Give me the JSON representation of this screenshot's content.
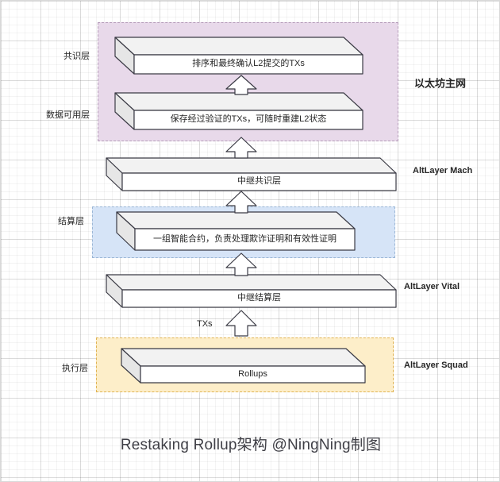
{
  "diagram": {
    "caption": "Restaking Rollup架构 @NingNing制图",
    "zones": [
      {
        "id": "ethereum-mainnet",
        "fill": "#e8d9ea",
        "stroke": "#b49bb8"
      },
      {
        "id": "settlement-layer",
        "fill": "#d6e4f7",
        "stroke": "#9bb6d6"
      },
      {
        "id": "execution-layer",
        "fill": "#fdeec9",
        "stroke": "#e0b352"
      }
    ],
    "left_labels": [
      {
        "id": "consensus-layer",
        "text": "共识层"
      },
      {
        "id": "data-availability-layer",
        "text": "数据可用层"
      },
      {
        "id": "settlement-layer",
        "text": "结算层"
      },
      {
        "id": "execution-layer",
        "text": "执行层"
      }
    ],
    "right_labels": [
      {
        "id": "ethereum-mainnet",
        "text": "以太坊主网"
      },
      {
        "id": "altlayer-mach",
        "text": "AltLayer Mach"
      },
      {
        "id": "altlayer-vital",
        "text": "AltLayer Vital"
      },
      {
        "id": "altlayer-squad",
        "text": "AltLayer Squad"
      }
    ],
    "blocks": [
      {
        "id": "consensus-block",
        "text": "排序和最终确认L2提交的TXs"
      },
      {
        "id": "data-availability-block",
        "text": "保存经过验证的TXs，可随时重建L2状态"
      },
      {
        "id": "relay-consensus-block",
        "text": "中继共识层"
      },
      {
        "id": "smart-contract-block",
        "text": "一组智能合约，负责处理欺诈证明和有效性证明"
      },
      {
        "id": "relay-settlement-block",
        "text": "中继结算层"
      },
      {
        "id": "rollups-block",
        "text": "Rollups"
      }
    ],
    "arrows": [
      {
        "id": "arrow-da-to-consensus",
        "label": ""
      },
      {
        "id": "arrow-mach-to-da",
        "label": ""
      },
      {
        "id": "arrow-contract-to-mach",
        "label": ""
      },
      {
        "id": "arrow-vital-to-contract",
        "label": ""
      },
      {
        "id": "arrow-rollups-to-vital",
        "label": "TXs"
      }
    ],
    "colors": {
      "box_front": "#ffffff",
      "box_top": "#f2f2f2",
      "box_side": "#e6e6e6",
      "box_stroke": "#3b3b45",
      "arrow_fill": "#ffffff",
      "arrow_stroke": "#3b3b45",
      "text": "#262626",
      "caption_text": "#3f3f46"
    }
  }
}
